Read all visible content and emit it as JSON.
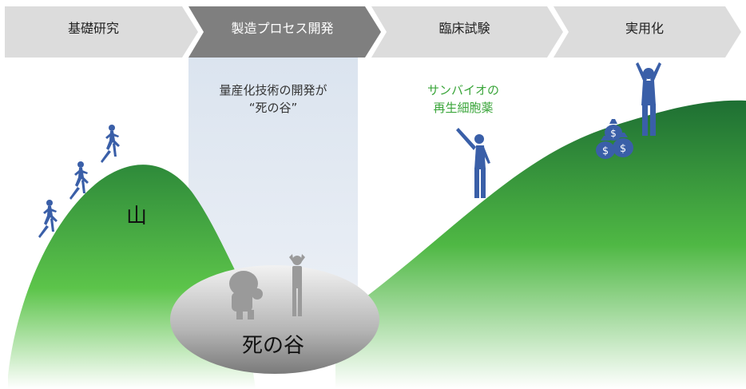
{
  "steps": [
    {
      "label": "基礎研究",
      "active": false
    },
    {
      "label": "製造プロセス開発",
      "active": true
    },
    {
      "label": "臨床試験",
      "active": false
    },
    {
      "label": "実用化",
      "active": false
    }
  ],
  "notes": {
    "valley_line1": "量産化技術の開発が",
    "valley_line2": "“死の谷”",
    "cell_line1": "サンバイオの",
    "cell_line2": "再生細胞薬"
  },
  "labels": {
    "mountain": "山",
    "valley": "死の谷"
  },
  "colors": {
    "step_inactive": "#dcdcdc",
    "step_active": "#7f7f7f",
    "valley_band": "#dbe4ef",
    "hill_dark": "#1e6f33",
    "hill_light": "#5cc44a",
    "figure_blue": "#3a5fa8",
    "figure_gray": "#9a9a9a",
    "note_green": "#3aa53a"
  },
  "icons": [
    "runner-icon",
    "crouching-person-icon",
    "worried-person-icon",
    "cheering-person-icon",
    "celebrating-person-icon",
    "money-bag-icon"
  ]
}
